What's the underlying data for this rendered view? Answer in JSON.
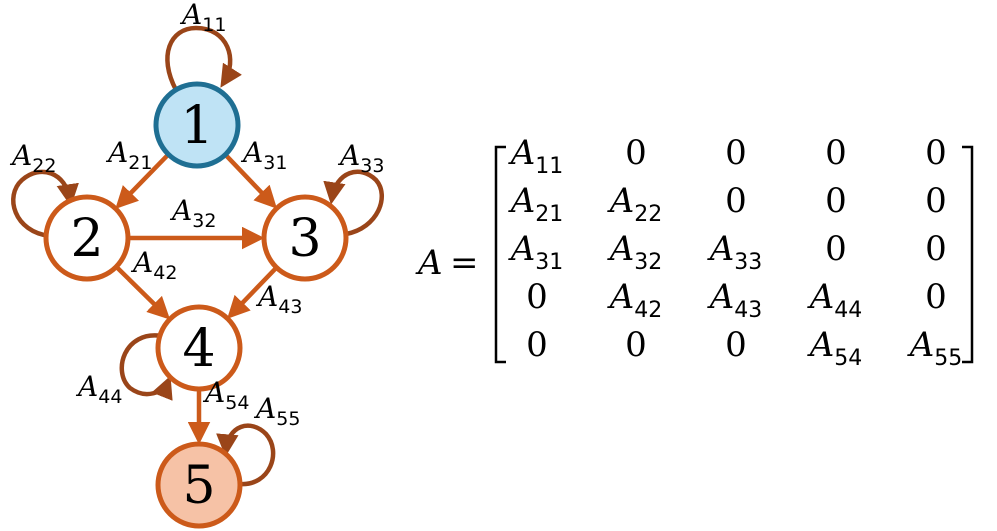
{
  "diagram": {
    "nodes": [
      {
        "id": "1",
        "label": "1",
        "fill": "#bfe3f5",
        "stroke": "#1f6f93"
      },
      {
        "id": "2",
        "label": "2",
        "fill": "#ffffff",
        "stroke": "#cc5a1a"
      },
      {
        "id": "3",
        "label": "3",
        "fill": "#ffffff",
        "stroke": "#cc5a1a"
      },
      {
        "id": "4",
        "label": "4",
        "fill": "#ffffff",
        "stroke": "#cc5a1a"
      },
      {
        "id": "5",
        "label": "5",
        "fill": "#f6c2a6",
        "stroke": "#cc5a1a"
      }
    ],
    "edges": [
      {
        "from": "1",
        "to": "2",
        "label": "A",
        "sub": "21"
      },
      {
        "from": "1",
        "to": "3",
        "label": "A",
        "sub": "31"
      },
      {
        "from": "2",
        "to": "3",
        "label": "A",
        "sub": "32"
      },
      {
        "from": "2",
        "to": "4",
        "label": "A",
        "sub": "42"
      },
      {
        "from": "3",
        "to": "4",
        "label": "A",
        "sub": "43"
      },
      {
        "from": "4",
        "to": "5",
        "label": "A",
        "sub": "54"
      }
    ],
    "self_loops": [
      {
        "node": "1",
        "label": "A",
        "sub": "11"
      },
      {
        "node": "2",
        "label": "A",
        "sub": "22"
      },
      {
        "node": "3",
        "label": "A",
        "sub": "33"
      },
      {
        "node": "4",
        "label": "A",
        "sub": "44"
      },
      {
        "node": "5",
        "label": "A",
        "sub": "55"
      }
    ],
    "colors": {
      "edge": "#cc5a1a",
      "loop": "#9a4519"
    }
  },
  "matrix": {
    "lhs": "A",
    "equals": "=",
    "rows": [
      [
        {
          "t": "A",
          "s": "11"
        },
        {
          "t": "0"
        },
        {
          "t": "0"
        },
        {
          "t": "0"
        },
        {
          "t": "0"
        }
      ],
      [
        {
          "t": "A",
          "s": "21"
        },
        {
          "t": "A",
          "s": "22"
        },
        {
          "t": "0"
        },
        {
          "t": "0"
        },
        {
          "t": "0"
        }
      ],
      [
        {
          "t": "A",
          "s": "31"
        },
        {
          "t": "A",
          "s": "32"
        },
        {
          "t": "A",
          "s": "33"
        },
        {
          "t": "0"
        },
        {
          "t": "0"
        }
      ],
      [
        {
          "t": "0"
        },
        {
          "t": "A",
          "s": "42"
        },
        {
          "t": "A",
          "s": "43"
        },
        {
          "t": "A",
          "s": "44"
        },
        {
          "t": "0"
        }
      ],
      [
        {
          "t": "0"
        },
        {
          "t": "0"
        },
        {
          "t": "0"
        },
        {
          "t": "A",
          "s": "54"
        },
        {
          "t": "A",
          "s": "55"
        }
      ]
    ]
  }
}
